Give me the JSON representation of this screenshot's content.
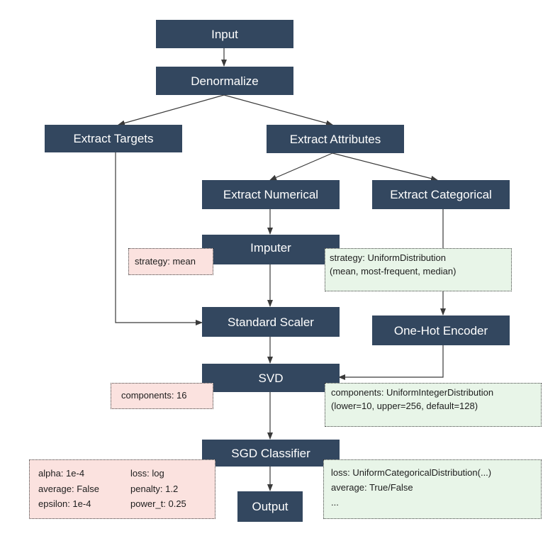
{
  "nodes": {
    "input": "Input",
    "denormalize": "Denormalize",
    "extract_targets": "Extract Targets",
    "extract_attributes": "Extract Attributes",
    "extract_numerical": "Extract Numerical",
    "extract_categorical": "Extract Categorical",
    "imputer": "Imputer",
    "standard_scaler": "Standard Scaler",
    "one_hot_encoder": "One-Hot Encoder",
    "svd": "SVD",
    "sgd_classifier": "SGD Classifier",
    "output": "Output"
  },
  "notes": {
    "imputer_fixed": "strategy: mean",
    "imputer_search": {
      "line1": "strategy: UniformDistribution",
      "line2": "(mean, most-frequent, median)"
    },
    "svd_fixed": "components: 16",
    "svd_search": {
      "line1": "components: UniformIntegerDistribution",
      "line2": "(lower=10, upper=256, default=128)"
    },
    "sgd_fixed": {
      "alpha": "alpha: 1e-4",
      "loss": "loss: log",
      "average": "average: False",
      "penalty": "penalty: 1.2",
      "epsilon": "epsilon: 1e-4",
      "power_t": "power_t: 0.25"
    },
    "sgd_search": {
      "line1": "loss: UniformCategoricalDistribution(...)",
      "line2": "average: True/False",
      "line3": "..."
    }
  },
  "colors": {
    "node_fill": "#33475f",
    "node_text": "#ffffff",
    "fixed_note_fill": "#fbe2df",
    "search_note_fill": "#e8f5e8",
    "arrow": "#3a3a3a"
  }
}
